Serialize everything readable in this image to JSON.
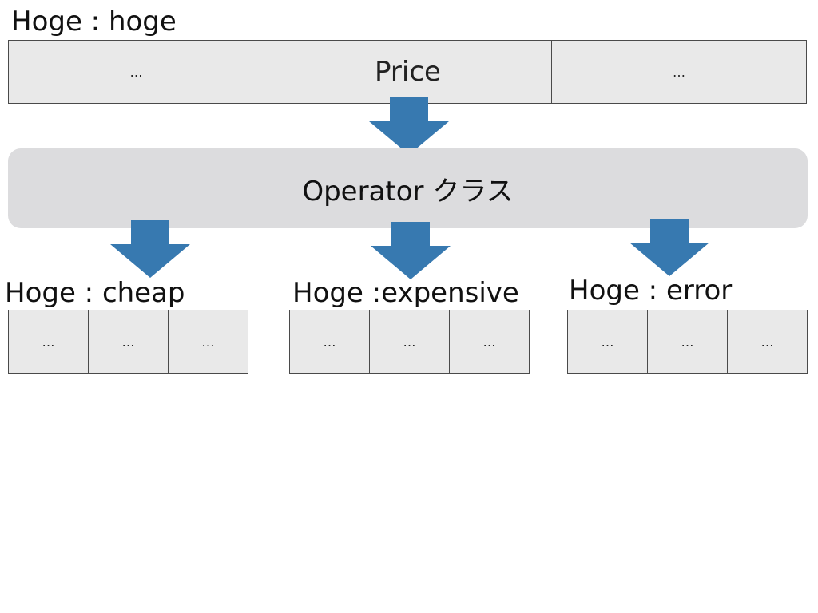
{
  "source": {
    "label": "Hoge : hoge",
    "cells": [
      "…",
      "Price",
      "…"
    ]
  },
  "operator": {
    "label": "Operator クラス"
  },
  "outputs": [
    {
      "label": "Hoge : cheap",
      "cells": [
        "…",
        "…",
        "…"
      ]
    },
    {
      "label": "Hoge :expensive",
      "cells": [
        "…",
        "…",
        "…"
      ]
    },
    {
      "label": "Hoge : error",
      "cells": [
        "…",
        "…",
        "…"
      ]
    }
  ],
  "colors": {
    "arrow": "#3779b0",
    "cell_fill": "#e9e9e9",
    "operator_fill": "#dcdcde"
  },
  "icons": [
    "down-arrow-icon"
  ]
}
